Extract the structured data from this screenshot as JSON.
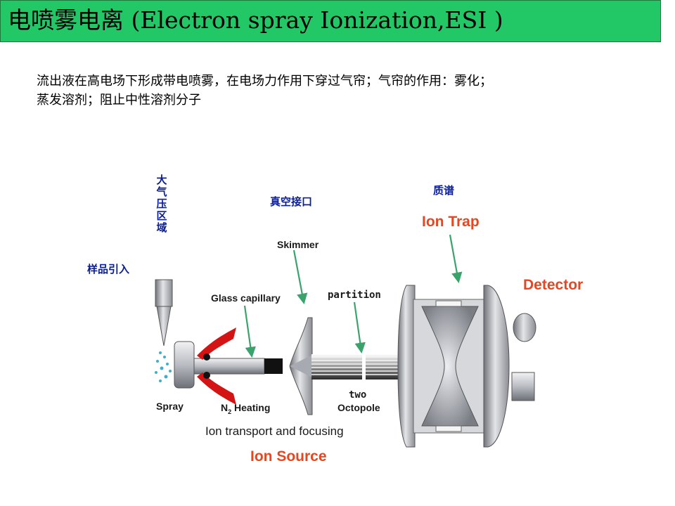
{
  "title": "电喷雾电离 (Electron spray Ionization,ESI )",
  "intro_line1": "流出液在高电场下形成带电喷雾，在电场力作用下穿过气帘；气帘的作用：雾化；",
  "intro_line2": "蒸发溶剂；阻止中性溶剂分子",
  "labels": {
    "atmospheric_region": "大气压区域",
    "sample_inlet": "样品引入",
    "vacuum_interface": "真空接口",
    "mass_spec": "质谱",
    "ion_trap": "Ion Trap",
    "detector": "Detector",
    "skimmer": "Skimmer",
    "glass_capillary": "Glass capillary",
    "partition": "partition",
    "spray": "Spray",
    "n2": "N",
    "n2_sub": "2",
    "heating": " Heating",
    "two": "two",
    "octopole": "Octopole",
    "ion_transport": "Ion transport and focusing",
    "ion_source": "Ion Source"
  },
  "colors": {
    "title_bar": "#21c865",
    "red_label": "#e8461e",
    "blue_label": "#0a1e9a",
    "arrow": "#3aa36b",
    "heater": "#d41414"
  },
  "icons": [
    "nozzle-icon",
    "capillary-icon",
    "skimmer-cone-icon",
    "octopole-rods-icon",
    "ion-trap-icon"
  ]
}
